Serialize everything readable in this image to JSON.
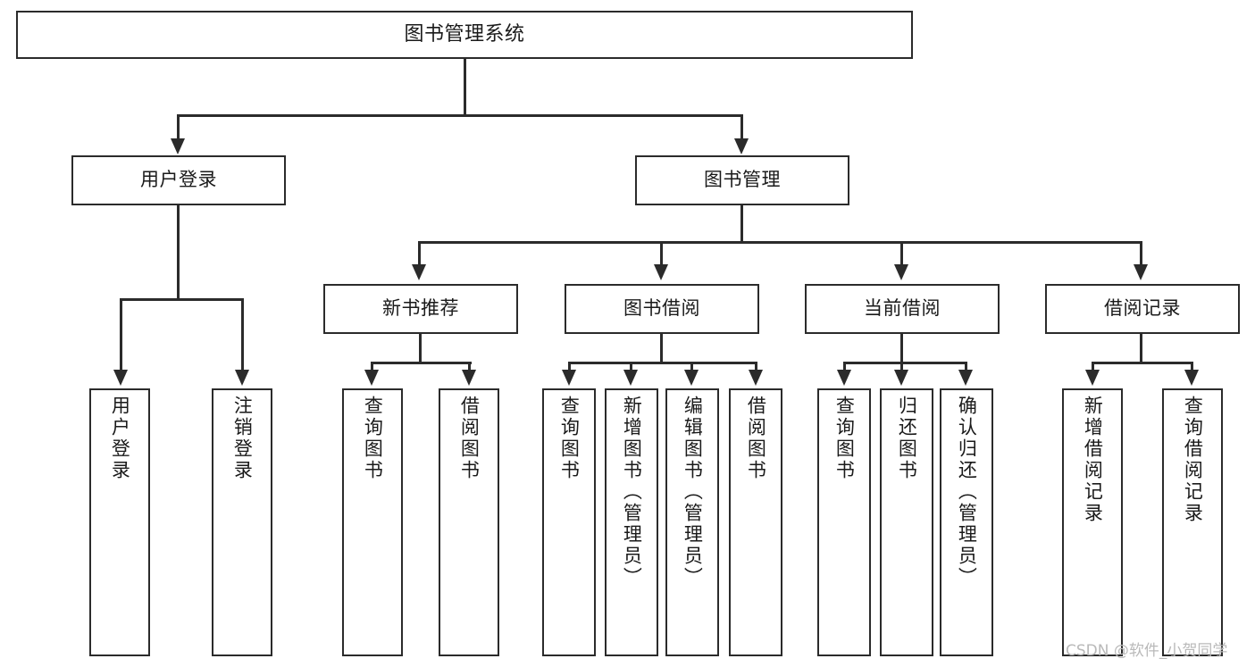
{
  "diagram": {
    "type": "tree",
    "title": "图书管理系统",
    "orientation": "top-down",
    "colors": {
      "stroke": "#2b2b2b",
      "fill": "#ffffff",
      "text": "#1a1a1a",
      "watermark": "#b9b9b9"
    },
    "levels": 4
  },
  "root": {
    "label": "图书管理系统"
  },
  "level1": [
    {
      "id": "user-login",
      "label": "用户登录"
    },
    {
      "id": "book-management",
      "label": "图书管理"
    }
  ],
  "level2": [
    {
      "id": "new-book-recommend",
      "label": "新书推荐",
      "parent": "book-management"
    },
    {
      "id": "book-borrow",
      "label": "图书借阅",
      "parent": "book-management"
    },
    {
      "id": "current-borrow",
      "label": "当前借阅",
      "parent": "book-management"
    },
    {
      "id": "borrow-record",
      "label": "借阅记录",
      "parent": "book-management"
    }
  ],
  "leaves": {
    "user_login": [
      {
        "id": "leaf-user-login",
        "label": "用户登录"
      },
      {
        "id": "leaf-user-logout",
        "label": "注销登录"
      }
    ],
    "new_book_recommend": [
      {
        "id": "leaf-query-book-1",
        "label": "查询图书"
      },
      {
        "id": "leaf-borrow-book-1",
        "label": "借阅图书"
      }
    ],
    "book_borrow": [
      {
        "id": "leaf-query-book-2",
        "label": "查询图书"
      },
      {
        "id": "leaf-add-book",
        "label": "新增图书（管理员）"
      },
      {
        "id": "leaf-edit-book",
        "label": "编辑图书（管理员）"
      },
      {
        "id": "leaf-borrow-book-2",
        "label": "借阅图书"
      }
    ],
    "current_borrow": [
      {
        "id": "leaf-query-book-3",
        "label": "查询图书"
      },
      {
        "id": "leaf-return-book",
        "label": "归还图书"
      },
      {
        "id": "leaf-confirm-return",
        "label": "确认归还（管理员）"
      }
    ],
    "borrow_record": [
      {
        "id": "leaf-add-record",
        "label": "新增借阅记录"
      },
      {
        "id": "leaf-query-record",
        "label": "查询借阅记录"
      }
    ]
  },
  "watermark": {
    "text": "CSDN @软件_小贺同学"
  }
}
